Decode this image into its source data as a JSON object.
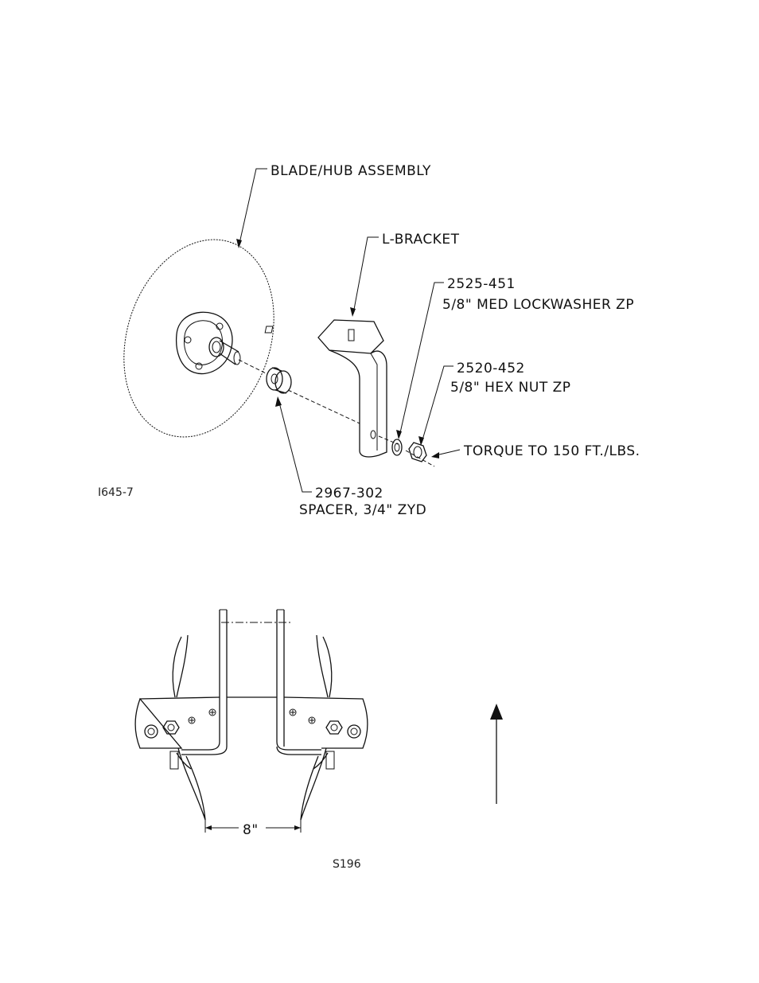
{
  "figure_top": {
    "labels": {
      "blade_hub": "BLADE/HUB ASSEMBLY",
      "l_bracket": "L-BRACKET",
      "lockwasher_part": "2525-451",
      "lockwasher_desc": "5/8\" MED LOCKWASHER ZP",
      "hexnut_part": "2520-452",
      "hexnut_desc": "5/8\" HEX NUT ZP",
      "torque": "TORQUE TO 150 FT./LBS.",
      "spacer_part": "2967-302",
      "spacer_desc": "SPACER, 3/4\" ZYD",
      "figure_id": "I645-7"
    }
  },
  "figure_bottom": {
    "labels": {
      "spacing_dim": "8\"",
      "figure_id": "S196"
    }
  }
}
